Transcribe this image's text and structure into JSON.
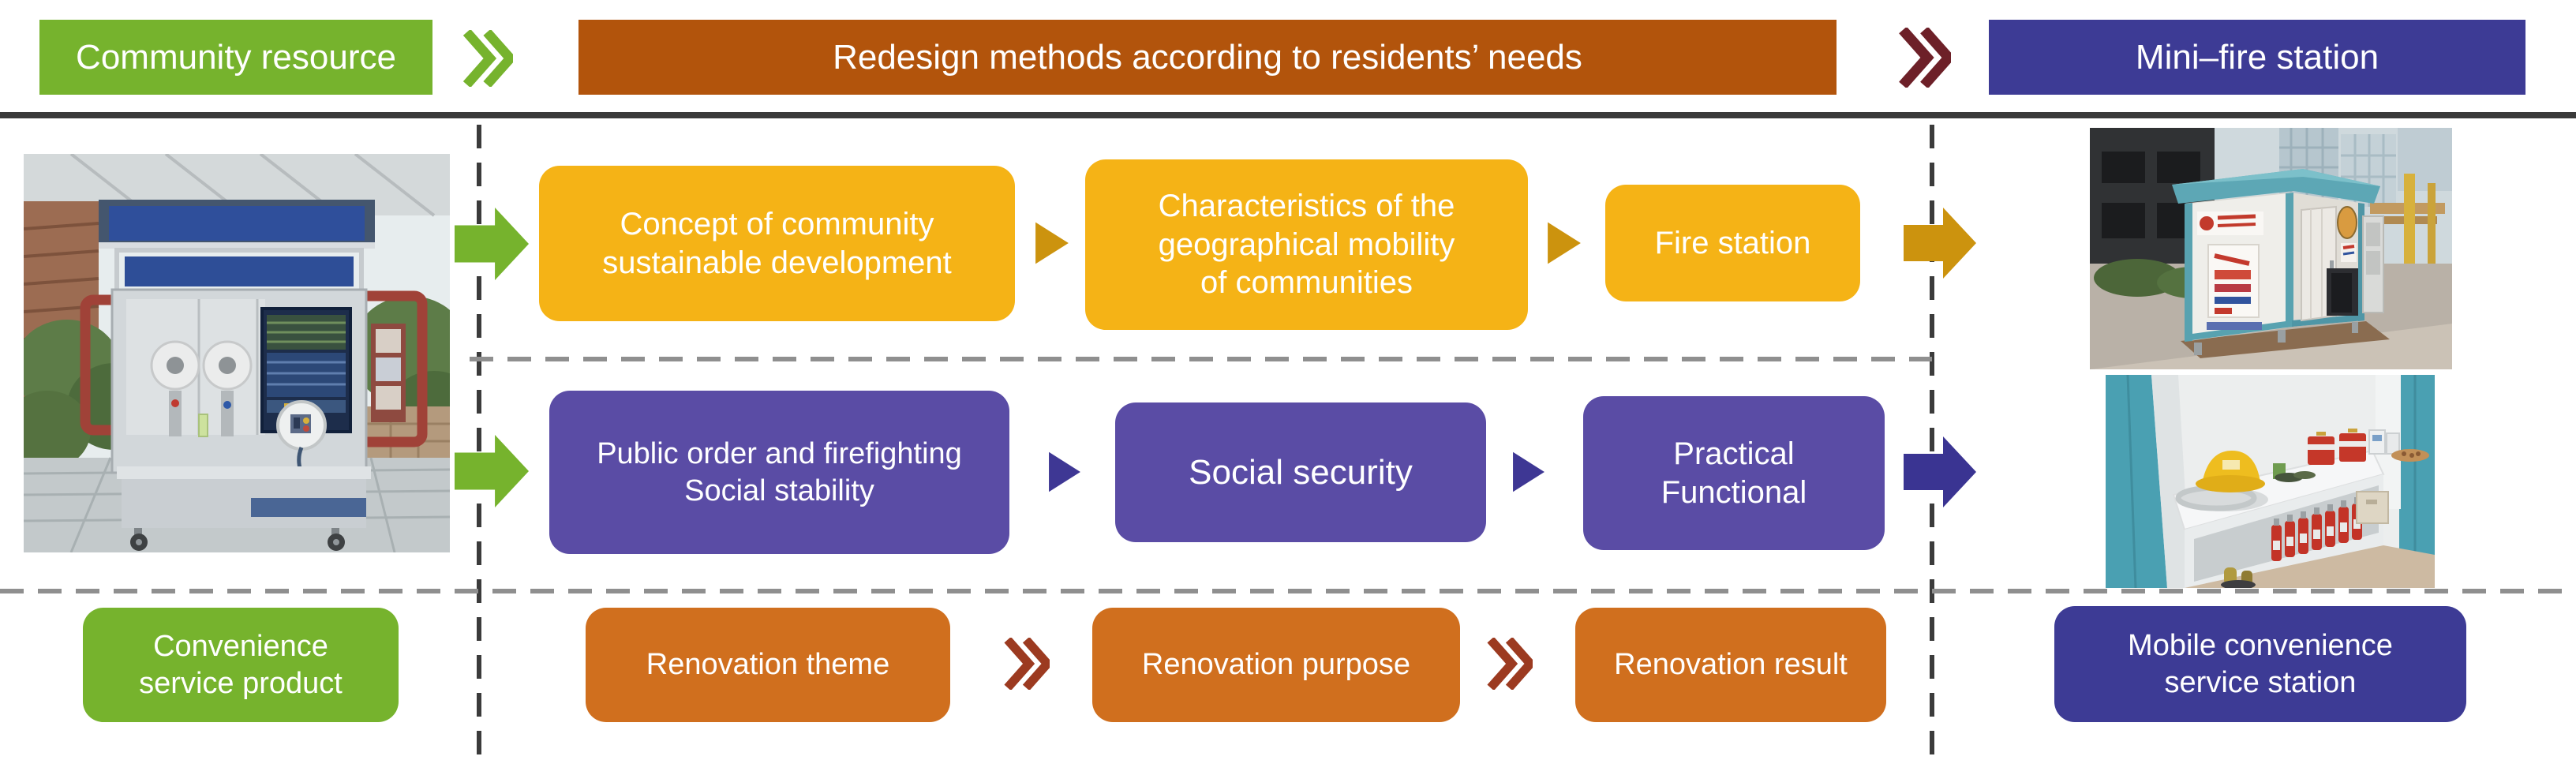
{
  "top": {
    "left": "Community resource",
    "center": "Redesign methods according to residents’ needs",
    "right": "Mini–fire station"
  },
  "flow_top": {
    "box1": [
      "Concept of community",
      "sustainable development"
    ],
    "box2": [
      "Characteristics of the",
      "geographical mobility",
      "of communities"
    ],
    "box3": [
      "Fire station"
    ]
  },
  "flow_bottom": {
    "box1": [
      "Public order and firefighting",
      "Social stability"
    ],
    "box2": [
      "Social security"
    ],
    "box3": [
      "Practical",
      "Functional"
    ]
  },
  "footer": {
    "left": [
      "Convenience",
      "service product"
    ],
    "step1": "Renovation theme",
    "step2": "Renovation purpose",
    "step3": "Renovation result",
    "right": [
      "Mobile convenience",
      "service station"
    ]
  },
  "colors": {
    "green": "#76b32d",
    "orange_dark": "#b2540c",
    "orange": "#d06f1e",
    "navy": "#3d3b95",
    "maroon_chevron": "#6d2028",
    "brick_chevron": "#9c3a20",
    "yellow": "#f5b316",
    "gold": "#cc930e",
    "purple": "#5a4ca5",
    "purple_arrow": "#3e3794",
    "indigo_arrow": "#3a3492",
    "divider": "#3a3a3a",
    "dashed_vertical": "#3b3b3b",
    "dashed_horizontal": "#8f8f8f"
  }
}
